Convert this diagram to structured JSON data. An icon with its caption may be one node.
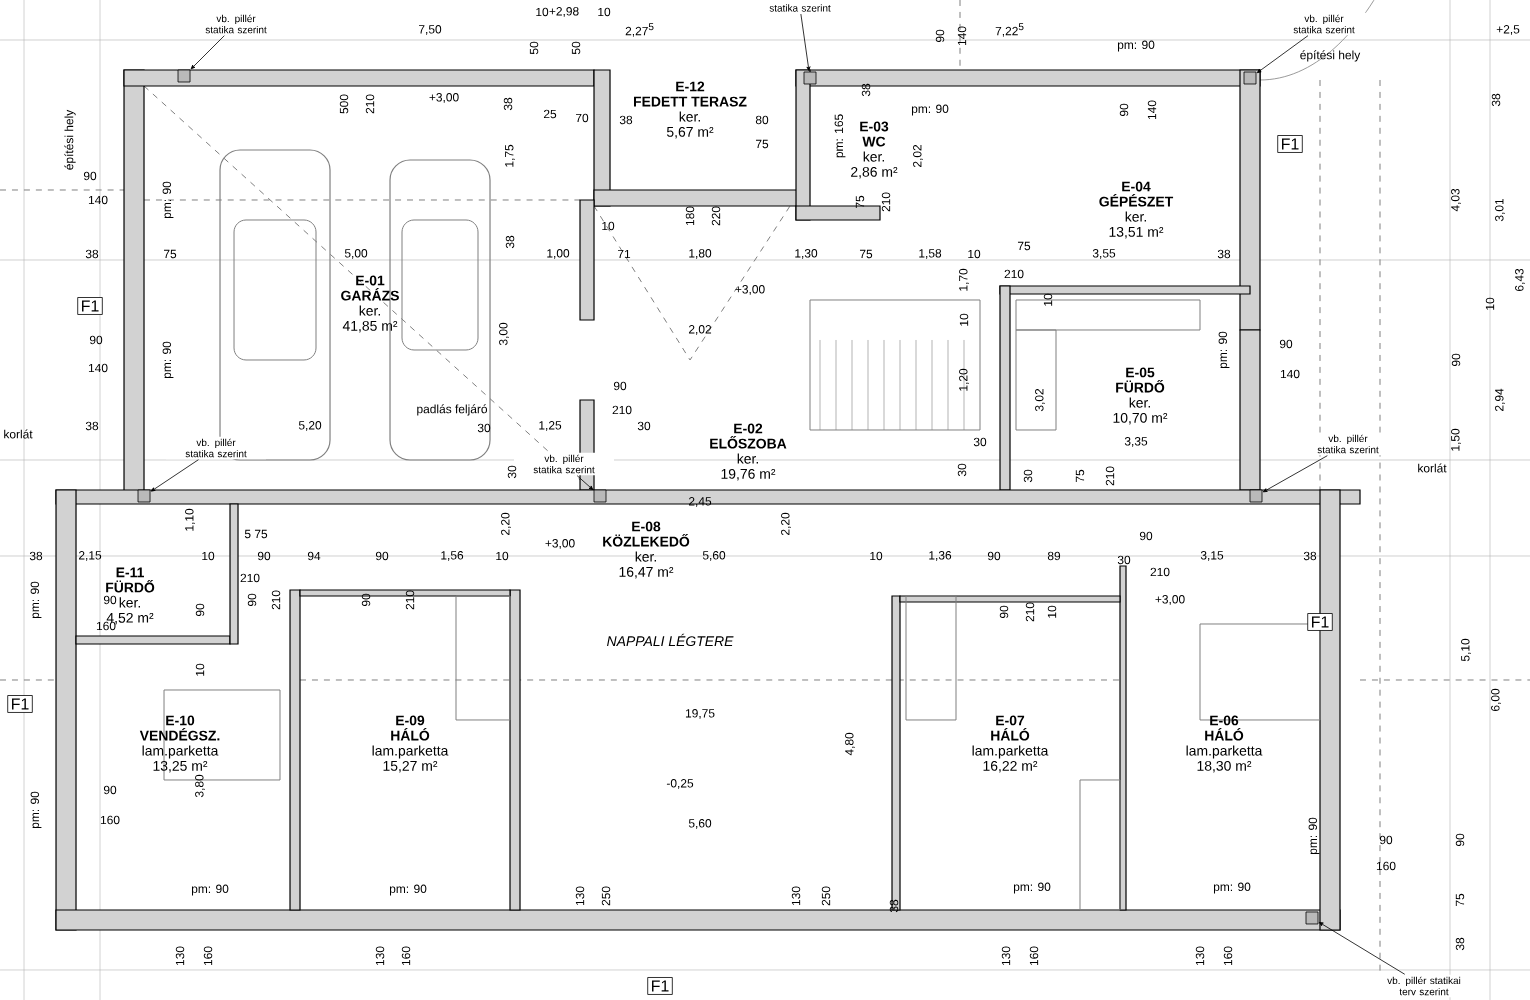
{
  "diagram": {
    "nodes": [
      {
        "text": [
          "E-01",
          "GARÁZS",
          "ker.",
          "41,85 m²"
        ]
      },
      {
        "text": [
          "E-12",
          "FEDETT TERASZ",
          "ker.",
          "5,67 m²"
        ]
      },
      {
        "text": [
          "E-03",
          "WC",
          "ker.",
          "2,86 m²"
        ]
      },
      {
        "text": [
          "E-04",
          "GÉPÉSZET",
          "ker.",
          "13,51 m²"
        ]
      },
      {
        "text": [
          "E-05",
          "FÜRDŐ",
          "ker.",
          "10,70 m²"
        ]
      },
      {
        "text": [
          "E-02",
          "ELŐSZOBA",
          "ker.",
          "19,76 m²"
        ]
      },
      {
        "text": [
          "E-08",
          "KÖZLEKEDŐ",
          "ker.",
          "16,47 m²"
        ]
      },
      {
        "text": [
          "E-11",
          "FÜRDŐ",
          "ker.",
          "4,52 m²"
        ]
      },
      {
        "text": [
          "E-10",
          "VENDÉGSZ.",
          "lam.parketta",
          "13,25 m²"
        ]
      },
      {
        "text": [
          "E-09",
          "HÁLÓ",
          "lam.parketta",
          "15,27 m²"
        ]
      },
      {
        "text": [
          "NAPPALI LÉGTERE"
        ]
      },
      {
        "text": [
          "E-07",
          "HÁLÓ",
          "lam.parketta",
          "16,22 m²"
        ]
      },
      {
        "text": [
          "E-06",
          "HÁLÓ",
          "lam.parketta",
          "18,30 m²"
        ]
      },
      {
        "text": [
          "vb. pillér statika szerint"
        ]
      },
      {
        "text": [],
        "shape": "box"
      },
      {
        "text": [
          "statika szerint"
        ]
      },
      {
        "text": [],
        "shape": "box"
      },
      {
        "text": [
          "vb. pillér statika szerint"
        ]
      },
      {
        "text": [],
        "shape": "box"
      },
      {
        "text": [
          "vb. pillér statika szerint"
        ]
      },
      {
        "text": [],
        "shape": "box"
      },
      {
        "text": [
          "vb. pillér statika szerint"
        ]
      },
      {
        "text": [],
        "shape": "box"
      },
      {
        "text": [
          "vb. pillér statika szerint"
        ]
      },
      {
        "text": [],
        "shape": "box"
      },
      {
        "text": [
          "vb. pillér statikai terv szerint"
        ]
      },
      {
        "text": [],
        "shape": "box"
      }
    ],
    "edges": [
      {
        "from": 13,
        "to": 14,
        "arrow": "to"
      },
      {
        "from": 15,
        "to": 16,
        "arrow": "to"
      },
      {
        "from": 17,
        "to": 18,
        "arrow": "to"
      },
      {
        "from": 19,
        "to": 20,
        "arrow": "to"
      },
      {
        "from": 21,
        "to": 22,
        "arrow": "to"
      },
      {
        "from": 23,
        "to": 24,
        "arrow": "to"
      },
      {
        "from": 25,
        "to": 26,
        "arrow": "to"
      }
    ],
    "labels": [
      "+2,98",
      "7,50",
      "10",
      "10",
      "50",
      "50",
      "2,27$^{5}$",
      "90",
      "140",
      "7,22$^{5}$",
      "pm: 90",
      "+2,5",
      "építési hely",
      "építési hely",
      "500",
      "210",
      "+3,00",
      "38",
      "25",
      "70",
      "38",
      "80",
      "75",
      "1,75",
      "38",
      "pm: 165",
      "pm: 90",
      "75",
      "210",
      "2,02",
      "90",
      "140",
      "F1",
      "4,03",
      "3,01",
      "38",
      "90",
      "140",
      "pm: 90",
      "38",
      "75",
      "5,00",
      "38",
      "1,00",
      "10",
      "71",
      "180",
      "220",
      "1,80",
      "1,30",
      "75",
      "1,58",
      "10",
      "75",
      "3,55",
      "38",
      "210",
      "F1",
      "+3,00",
      "2,02",
      "3,00",
      "1,70",
      "10",
      "1,20",
      "10",
      "3,02",
      "pm: 90",
      "90",
      "140",
      "10",
      "90",
      "2,94",
      "1,50",
      "90",
      "140",
      "pm: 90",
      "38",
      "5,20",
      "padlás feljáró",
      "30",
      "1,25",
      "90",
      "210",
      "30",
      "korlát",
      "30",
      "30",
      "3,35",
      "30",
      "30",
      "75",
      "210",
      "korlát",
      "2,45",
      "38",
      "2,15",
      "1,10",
      "5 75",
      "10",
      "210",
      "90",
      "94",
      "90",
      "1,56",
      "10",
      "2,20",
      "+3,00",
      "5,60",
      "pm: 90",
      "90",
      "160",
      "90",
      "90",
      "210",
      "90",
      "210",
      "10",
      "F1",
      "pm: 90",
      "90",
      "160",
      "3,80",
      "19,75",
      "-0,25",
      "5,60",
      "pm: 90",
      "pm: 90",
      "130",
      "250",
      "130",
      "250",
      "4,80",
      "2,20",
      "10",
      "1,36",
      "90",
      "89",
      "90",
      "30",
      "210",
      "3,15",
      "38",
      "+3,00",
      "90",
      "210",
      "10",
      "F1",
      "pm: 90",
      "pm: 90",
      "pm: 90",
      "90",
      "160",
      "90",
      "75",
      "38",
      "5,10",
      "6,00",
      "38",
      "130",
      "160",
      "130",
      "160",
      "130",
      "160",
      "130",
      "160",
      "F1",
      "6,43"
    ]
  }
}
